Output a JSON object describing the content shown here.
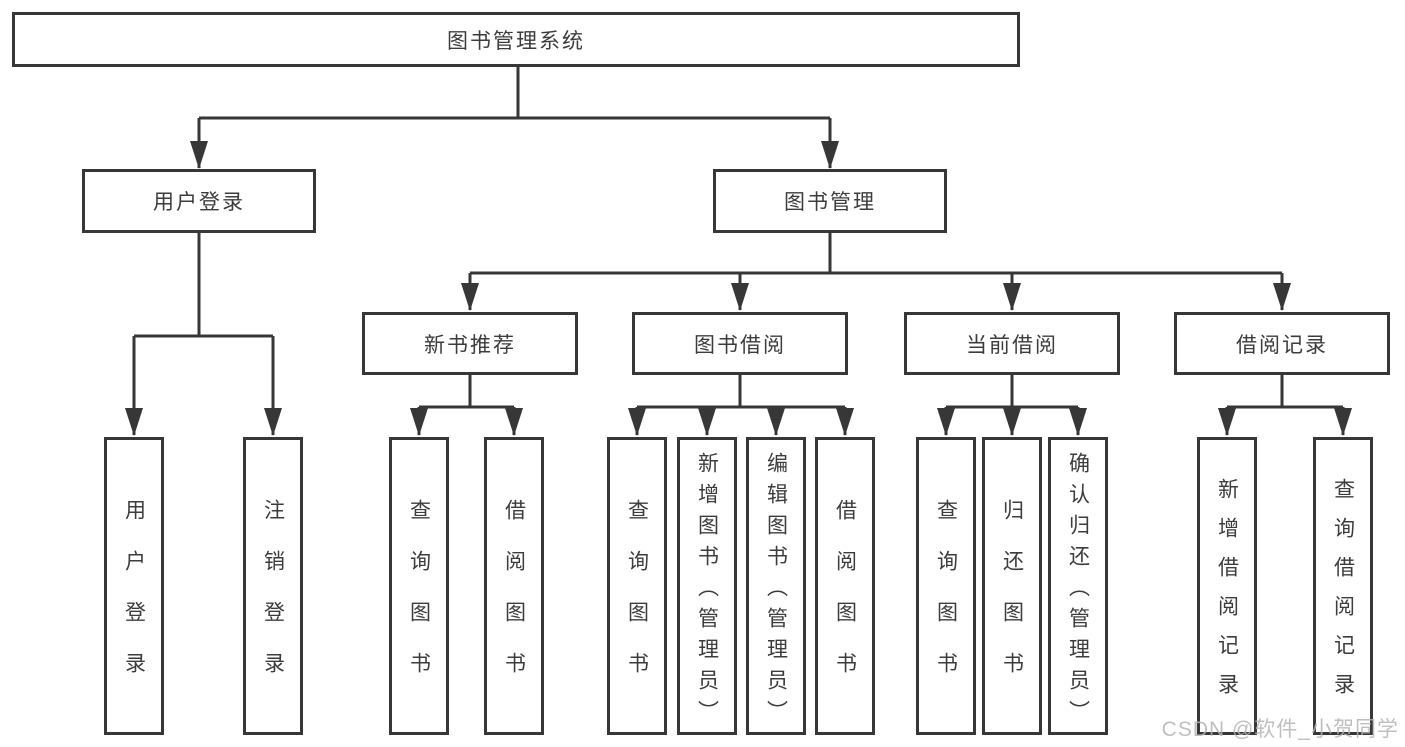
{
  "nodes": {
    "root": {
      "id": "library-management-system",
      "label": "图书管理系统"
    },
    "level2": [
      {
        "id": "user-login",
        "label": "用户登录",
        "parent": "图书管理系统"
      },
      {
        "id": "book-management",
        "label": "图书管理",
        "parent": "图书管理系统"
      }
    ],
    "level3": [
      {
        "id": "new-book-recommend",
        "label": "新书推荐",
        "parent": "图书管理"
      },
      {
        "id": "book-borrowing",
        "label": "图书借阅",
        "parent": "图书管理"
      },
      {
        "id": "current-borrowing",
        "label": "当前借阅",
        "parent": "图书管理"
      },
      {
        "id": "borrowing-records",
        "label": "借阅记录",
        "parent": "图书管理"
      }
    ],
    "level4": [
      {
        "id": "leaf-user-login",
        "label": "用户登录",
        "parent": "用户登录"
      },
      {
        "id": "leaf-logout",
        "label": "注销登录",
        "parent": "用户登录"
      },
      {
        "id": "leaf-query-books-recommend",
        "label": "查询图书",
        "parent": "新书推荐"
      },
      {
        "id": "leaf-borrow-books-recommend",
        "label": "借阅图书",
        "parent": "新书推荐"
      },
      {
        "id": "leaf-query-books-borrow",
        "label": "查询图书",
        "parent": "图书借阅"
      },
      {
        "id": "leaf-add-books-admin",
        "label": "新增图书（管理员）",
        "parent": "图书借阅"
      },
      {
        "id": "leaf-edit-books-admin",
        "label": "编辑图书（管理员）",
        "parent": "图书借阅"
      },
      {
        "id": "leaf-borrow-books",
        "label": "借阅图书",
        "parent": "图书借阅"
      },
      {
        "id": "leaf-query-books-current",
        "label": "查询图书",
        "parent": "当前借阅"
      },
      {
        "id": "leaf-return-books",
        "label": "归还图书",
        "parent": "当前借阅"
      },
      {
        "id": "leaf-confirm-return-admin",
        "label": "确认归还（管理员）",
        "parent": "当前借阅"
      },
      {
        "id": "leaf-add-borrow-record",
        "label": "新增借阅记录",
        "parent": "借阅记录"
      },
      {
        "id": "leaf-query-borrow-record",
        "label": "查询借阅记录",
        "parent": "借阅记录"
      }
    ]
  },
  "watermark": {
    "text": "CSDN @软件_小贺同学"
  },
  "colors": {
    "line": "#373737",
    "box_border": "#373737",
    "box_background": "#ffffff",
    "text": "#3c3c3c",
    "watermark": "#b4b4b8",
    "background": "#ffffff"
  }
}
